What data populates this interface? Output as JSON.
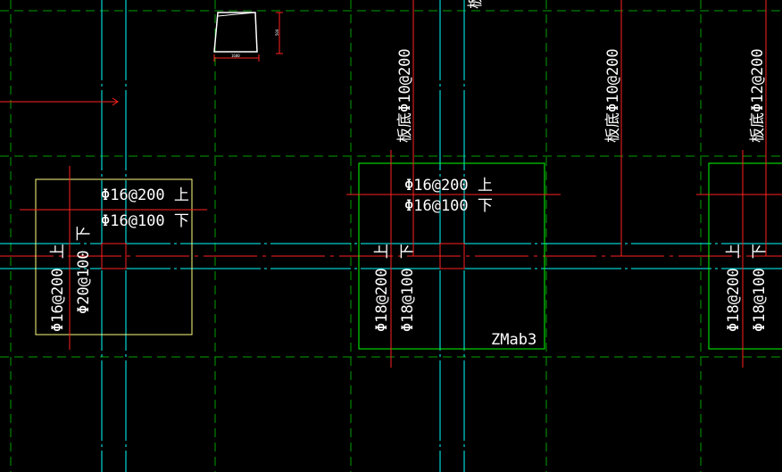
{
  "colors": {
    "background": "#000000",
    "axis_cyan": "#00ffff",
    "dashed_green": "#00a000",
    "rebar_red": "#ff2020",
    "pad_yellow": "#ffff80",
    "pad_green": "#00ff00",
    "text_white": "#ffffff"
  },
  "pads": [
    {
      "top_label": "Φ16@200 上",
      "bottom_label": "Φ16@100 下",
      "v_top_label": "Φ16@200 上",
      "v_bottom_label": "Φ20@100 下",
      "name_label": ""
    },
    {
      "top_label": "Φ16@200 上",
      "bottom_label": "Φ16@100 下",
      "v_top_label": "Φ18@200 上",
      "v_bottom_label": "Φ18@100 下",
      "name_label": "ZMab3"
    },
    {
      "top_label": "",
      "bottom_label": "",
      "v_top_label": "Φ18@200 上",
      "v_bottom_label": "Φ18@100 下",
      "name_label": ""
    }
  ],
  "slab_labels": [
    "板底Φ10@200",
    "板底Φ10@200",
    "板底Φ12@200"
  ],
  "partial_label": "板",
  "detail_labels": {
    "width": "1600",
    "height": "500"
  }
}
